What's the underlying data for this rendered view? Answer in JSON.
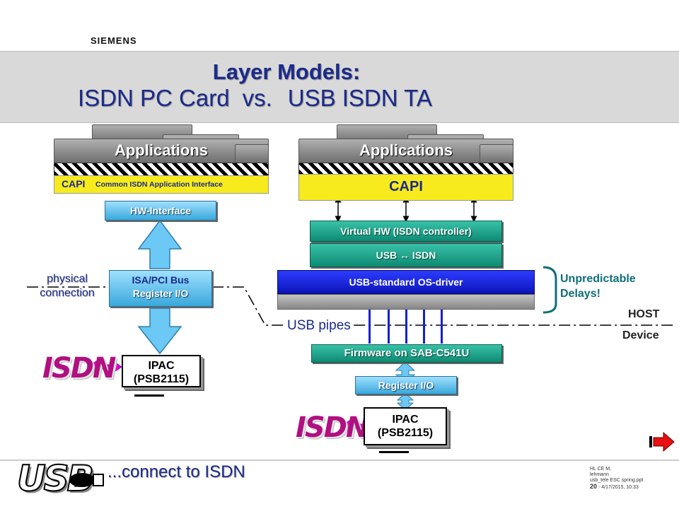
{
  "brand": "SIEMENS",
  "title": {
    "line1": "Layer Models:",
    "line2_a": "ISDN PC Card",
    "line2_b": "vs.",
    "line2_c": "USB ISDN TA"
  },
  "left": {
    "applications": "Applications",
    "capi_label": "CAPI",
    "capi_desc": "Common ISDN Application Interface",
    "hw_interface": "HW-Interface",
    "bus_line1": "ISA/PCI Bus",
    "bus_line2": "Register I/O",
    "physical_line1": "physical",
    "physical_line2": "connection",
    "ipac_line1": "IPAC",
    "ipac_line2": "(PSB2115)",
    "isdn_logo": "ISDN"
  },
  "right": {
    "applications": "Applications",
    "capi_label": "CAPI",
    "virtual_hw": "Virtual HW (ISDN controller)",
    "usb_isdn": "USB ↔ ISDN",
    "os_driver": "USB-standard OS-driver",
    "delays_line1": "Unpredictable",
    "delays_line2": "Delays!",
    "host": "HOST",
    "device": "Device",
    "usb_pipes": "USB pipes",
    "firmware": "Firmware  on SAB-C541U",
    "register_io": "Register I/O",
    "ipac_line1": "IPAC",
    "ipac_line2": "(PSB2115)",
    "isdn_logo": "ISDN"
  },
  "footer": {
    "logo_text": "USB",
    "connect_text": "...connect to ISDN",
    "meta_line1": "HL CE M,",
    "meta_line2": "lehmann",
    "meta_line3": "usb_tele  ESC spring.ppt",
    "page_number": "20",
    "meta_date": "- 4/17/2015,   10:33"
  },
  "colors": {
    "title_blue": "#1b2a8a",
    "capi_yellow": "#f7eb1e",
    "box_light_blue": "#5bbfe8",
    "box_teal": "#0e8a73",
    "driver_blue": "#0d15b8",
    "isdn_magenta": "#b01080",
    "arrow_magenta": "#e000e0",
    "delays_teal": "#0e6e78",
    "nav_arrow_red": "#e81010"
  },
  "icons": {
    "nav": "red-right-arrow-icon",
    "usb_logo": "usb-logo-icon"
  }
}
